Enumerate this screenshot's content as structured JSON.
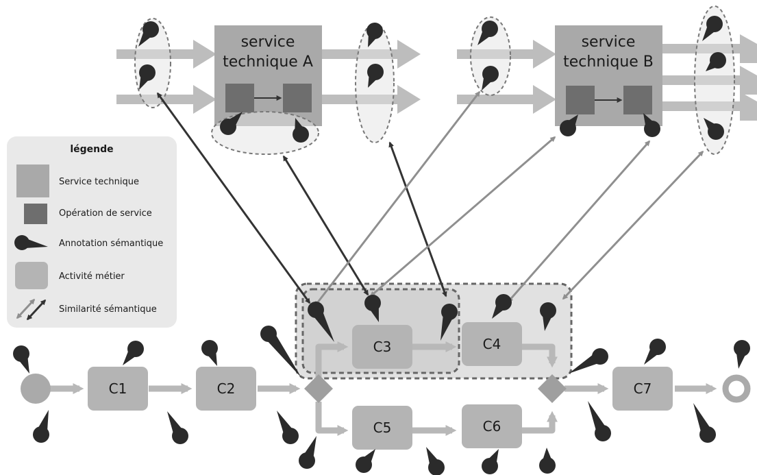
{
  "services": [
    {
      "id": "A",
      "title_line1": "service",
      "title_line2": "technique A"
    },
    {
      "id": "B",
      "title_line1": "service",
      "title_line2": "technique B"
    }
  ],
  "activities": {
    "c1": "C1",
    "c2": "C2",
    "c3": "C3",
    "c4": "C4",
    "c5": "C5",
    "c6": "C6",
    "c7": "C7"
  },
  "legend": {
    "title": "légende",
    "items": [
      {
        "icon": "service-technique-icon",
        "label": "Service technique"
      },
      {
        "icon": "operation-de-service-icon",
        "label": "Opération de service"
      },
      {
        "icon": "annotation-semantique-icon",
        "label": "Annotation sémantique"
      },
      {
        "icon": "activite-metier-icon",
        "label": "Activité métier"
      },
      {
        "icon": "similarite-semantique-icon",
        "label": "Similarité sémantique"
      }
    ]
  },
  "colors": {
    "service_box": "#a9a9a9",
    "operation_box": "#6e6e6e",
    "activity_box": "#b4b4b4",
    "annotation": "#2b2b2b",
    "arrow_light": "#b8b8b8",
    "link_dark": "#333333",
    "link_light": "#8f8f8f",
    "group_fill": "#e1e1e1",
    "group_border": "#666666",
    "legend_bg": "#e9e9e9"
  }
}
